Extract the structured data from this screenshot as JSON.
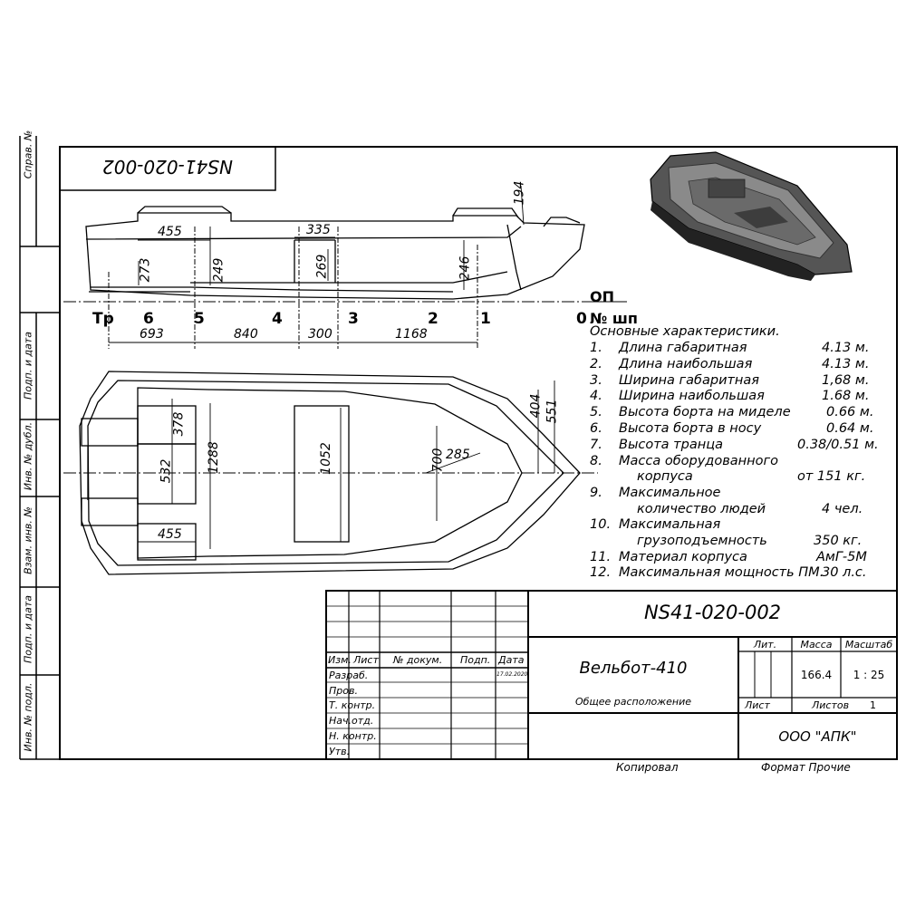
{
  "drawing_number": "NS41-020-002",
  "drawing_number_rotated": "NS41-020-002",
  "side_labels": [
    "Справ. №",
    "Подп. и дата",
    "Инв. № дубл.",
    "Взам. инв. №",
    "Подп. и дата",
    "Инв. № подл."
  ],
  "profile_dims": {
    "d455": "455",
    "d335": "335",
    "d273": "273",
    "d249": "249",
    "d269": "269",
    "d246": "246",
    "d194": "194",
    "d693": "693",
    "d840": "840",
    "d300": "300",
    "d1168": "1168"
  },
  "stations": [
    "Тр",
    "6",
    "5",
    "4",
    "3",
    "2",
    "1",
    "0"
  ],
  "waterline_label": "ОП",
  "station_label": "№ шп",
  "plan_dims": {
    "d378": "378",
    "d532": "532",
    "d1288": "1288",
    "d1052": "1052",
    "d700": "700",
    "d285": "285",
    "d404": "404",
    "d551": "551",
    "d455": "455"
  },
  "specs": {
    "title": "Основные характеристики.",
    "items": [
      {
        "num": "1.",
        "label": "Длина габаритная",
        "value": "4.13 м."
      },
      {
        "num": "2.",
        "label": "Длина наибольшая",
        "value": "4.13 м."
      },
      {
        "num": "3.",
        "label": "Ширина габаритная",
        "value": "1,68 м."
      },
      {
        "num": "4.",
        "label": "Ширина наибольшая",
        "value": "1.68 м."
      },
      {
        "num": "5.",
        "label": "Высота борта на миделе",
        "value": "0.66 м."
      },
      {
        "num": "6.",
        "label": "Высота борта в носу",
        "value": "0.64 м."
      },
      {
        "num": "7.",
        "label": "Высота транца",
        "value": "0.38/0.51 м."
      },
      {
        "num": "8.",
        "label": "Масса оборудованного",
        "label2": "корпуса",
        "value": "от 151 кг."
      },
      {
        "num": "9.",
        "label": "Максимальное",
        "label2": "количество людей",
        "value": "4 чел."
      },
      {
        "num": "10.",
        "label": "Максимальная",
        "label2": "грузоподъемность",
        "value": "350 кг."
      },
      {
        "num": "11.",
        "label": "Материал корпуса",
        "value": "АмГ-5М"
      },
      {
        "num": "12.",
        "label": "Максимальная мощность ПМ.",
        "value": "30 л.с."
      }
    ]
  },
  "title_block": {
    "doc_number": "NS41-020-002",
    "name": "Вельбот-410",
    "subtitle": "Общее расположение",
    "col_izm": "Изм.",
    "col_list": "Лист",
    "col_doc": "№ докум.",
    "col_podp": "Подп.",
    "col_date": "Дата",
    "date_value": "17.02.2020",
    "rows": [
      "Разраб.",
      "Пров.",
      "Т. контр.",
      "Нач.отд.",
      "Н. контр.",
      "Утв."
    ],
    "lit_label": "Лит.",
    "mass_label": "Масса",
    "scale_label": "Масштаб",
    "mass_value": "166.4",
    "scale_value": "1 : 25",
    "sheet_label": "Лист",
    "sheets_label": "Листов",
    "sheets_value": "1",
    "company": "ООО \"АПК\"",
    "copied": "Копировал",
    "format": "Формат Прочие"
  }
}
